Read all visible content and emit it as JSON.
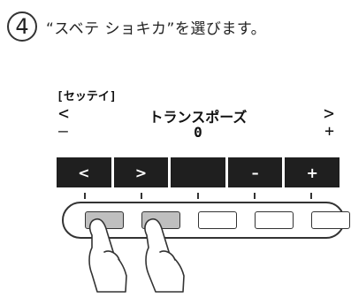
{
  "instruction": {
    "step_number": "4",
    "text": "“スベテ ショキカ”を選びます。"
  },
  "display": {
    "title": "[セッテイ]",
    "left_arrow": "<",
    "right_arrow": ">",
    "parameter_name": "トランスポーズ",
    "minus": "–",
    "plus": "+",
    "value": "0",
    "soft_labels": [
      "<",
      ">",
      "",
      "–",
      "+"
    ]
  },
  "panel": {
    "pressed_buttons": [
      0,
      1
    ],
    "button_count": 5
  },
  "colors": {
    "soft_bar": "#1f1f1f",
    "pressed_button": "#bfbfbf"
  }
}
